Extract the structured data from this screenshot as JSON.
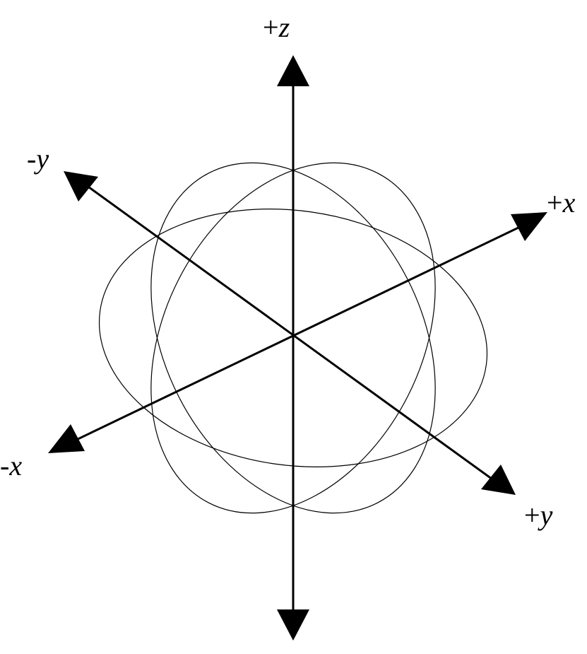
{
  "labels": {
    "z_pos_sign": "+",
    "z_pos_var": "z",
    "y_neg_sign": "-",
    "y_neg_var": "y",
    "x_pos_sign": "+",
    "x_pos_var": "x",
    "x_neg_sign": "-",
    "x_neg_var": "x",
    "y_pos_sign": "+",
    "y_pos_var": "y"
  },
  "colors": {
    "ink": "#000000",
    "background": "#ffffff"
  }
}
